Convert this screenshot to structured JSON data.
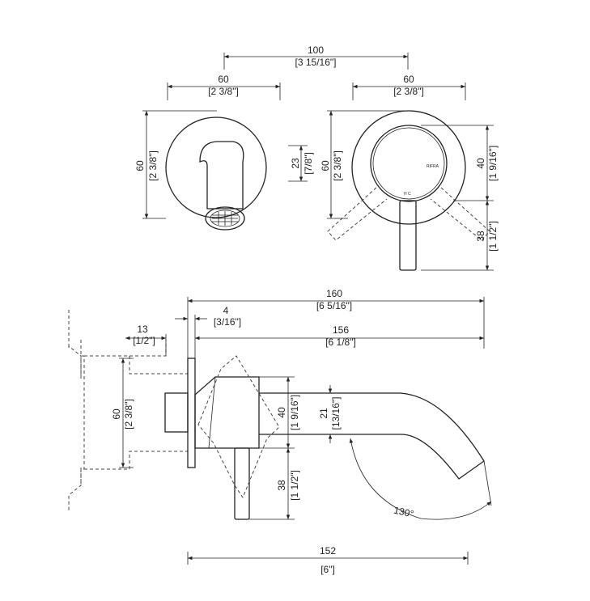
{
  "dimensions": {
    "top_width_total": {
      "mm": "100",
      "inch": "[3 15/16\"]"
    },
    "spout_plate_width": {
      "mm": "60",
      "inch": "[2 3/8\"]"
    },
    "handle_plate_width": {
      "mm": "60",
      "inch": "[2 3/8\"]"
    },
    "spout_plate_height": {
      "mm": "60",
      "inch": "[2 3/8\"]"
    },
    "spout_outlet_height": {
      "mm": "23",
      "inch": "[7/8\"]"
    },
    "handle_plate_height": {
      "mm": "60",
      "inch": "[2 3/8\"]"
    },
    "handle_knob_dia": {
      "mm": "40",
      "inch": "[1 9/16\"]"
    },
    "handle_lever_len": {
      "mm": "38",
      "inch": "[1 1/2\"]"
    },
    "side_total_length": {
      "mm": "160",
      "inch": "[6 5/16\"]"
    },
    "plate_thickness": {
      "mm": "4",
      "inch": "[3/16\"]"
    },
    "wall_depth": {
      "mm": "13",
      "inch": "[1/2\"]"
    },
    "spout_length": {
      "mm": "156",
      "inch": "[6 1/8\"]"
    },
    "side_plate_height": {
      "mm": "60",
      "inch": "[2 3/8\"]"
    },
    "side_body_height": {
      "mm": "40",
      "inch": "[1 9/16\"]"
    },
    "side_spout_dia": {
      "mm": "21",
      "inch": "[13/16\"]"
    },
    "side_lever_len": {
      "mm": "38",
      "inch": "[1 1/2\"]"
    },
    "bottom_length": {
      "mm": "152",
      "inch": "[6\"]"
    },
    "rotation_angle": "130°"
  },
  "labels": {
    "brand_mark": "RIFRA",
    "handle_hot_cold": "H C"
  }
}
